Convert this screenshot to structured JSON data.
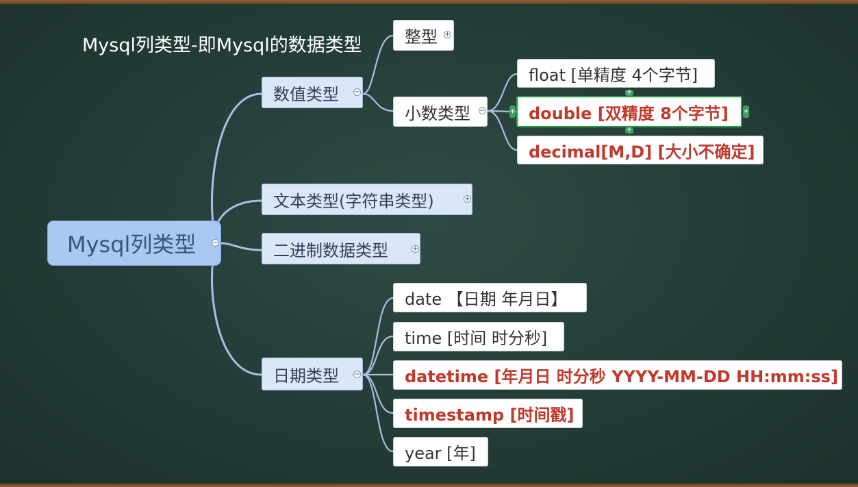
{
  "title": "Mysql列类型-即Mysql的数据类型",
  "root": {
    "label": "Mysql列类型"
  },
  "branches": {
    "numeric": {
      "label": "数值类型"
    },
    "integer": {
      "label": "整型"
    },
    "decimal_group": {
      "label": "小数类型"
    },
    "float": {
      "label": "float [单精度 4个字节]"
    },
    "double": {
      "label": "double [双精度 8个字节]"
    },
    "decimal": {
      "label": "decimal[M,D] [大小不确定]"
    },
    "text": {
      "label": "文本类型(字符串类型)"
    },
    "binary": {
      "label": "二进制数据类型"
    },
    "datetime_group": {
      "label": "日期类型"
    },
    "date": {
      "label": "date 【日期 年月日】"
    },
    "time": {
      "label": "time [时间 时分秒]"
    },
    "datetime": {
      "label": "datetime [年月日 时分秒 YYYY-MM-DD HH:mm:ss]"
    },
    "timestamp": {
      "label": "timestamp [时间戳]"
    },
    "year": {
      "label": "year [年]"
    }
  },
  "icons": {
    "collapse": "−",
    "expand": "+"
  },
  "colors": {
    "board": "#243c37",
    "highlight_text": "#c0392b",
    "selection": "#2e9a4e",
    "connector": "#a9bfe3"
  }
}
